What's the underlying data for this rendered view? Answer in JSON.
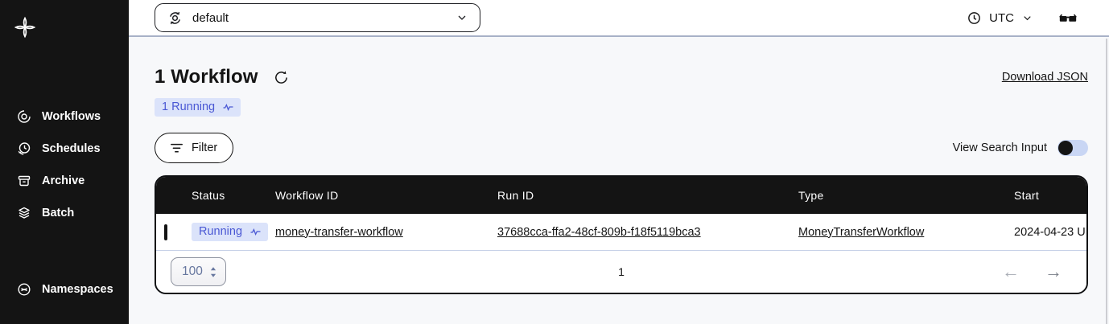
{
  "sidebar": {
    "items": [
      {
        "label": "Workflows",
        "icon": "workflows-icon"
      },
      {
        "label": "Schedules",
        "icon": "schedules-icon"
      },
      {
        "label": "Archive",
        "icon": "archive-icon"
      },
      {
        "label": "Batch",
        "icon": "batch-icon"
      }
    ],
    "bottom_item": {
      "label": "Namespaces",
      "icon": "namespaces-icon"
    }
  },
  "topbar": {
    "namespace_selected": "default",
    "timezone_label": "UTC"
  },
  "header": {
    "title": "1 Workflow",
    "status_badge": "1 Running",
    "download_json_label": "Download JSON"
  },
  "toolbar": {
    "filter_label": "Filter",
    "view_search_input_label": "View Search Input"
  },
  "table": {
    "headers": [
      "Status",
      "Workflow ID",
      "Run ID",
      "Type",
      "Start"
    ],
    "rows": [
      {
        "status": "Running",
        "workflow_id": "money-transfer-workflow",
        "run_id": "37688cca-ffa2-48cf-809b-f18f5119bca3",
        "type": "MoneyTransferWorkflow",
        "start": "2024-04-23 U"
      }
    ],
    "pagination": {
      "page_size": "100",
      "current_page": "1"
    }
  },
  "icons": {
    "left_arrow": "←",
    "right_arrow": "→"
  },
  "colors": {
    "sidebar_bg": "#141414",
    "table_header_bg": "#141414",
    "badge_bg": "#dbe3fa",
    "badge_text": "#4a58d4",
    "toggle_track": "#c9d6f4",
    "topbar_border": "#a8b1c7",
    "row_border": "#c7d1e8",
    "page_size_text": "#67779f"
  }
}
